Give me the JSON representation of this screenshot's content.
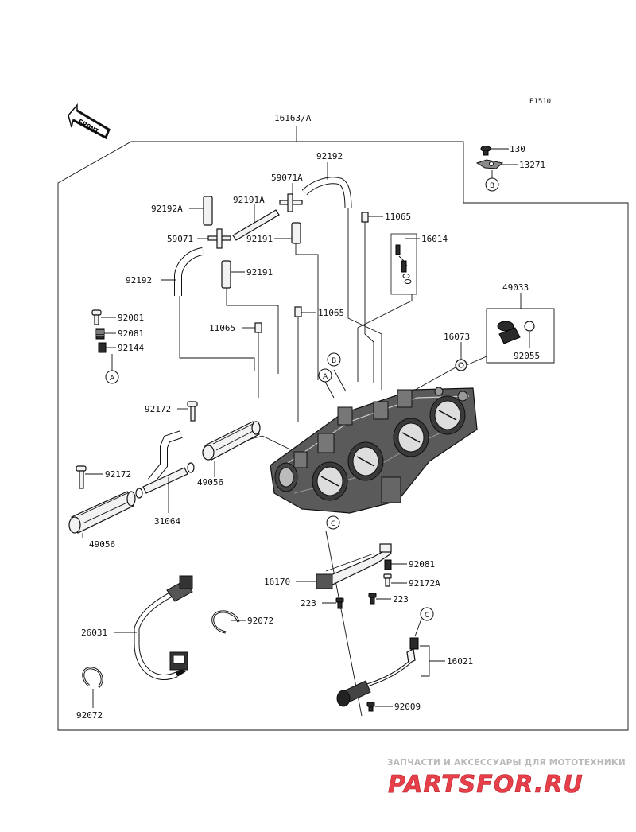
{
  "diagram": {
    "ref_code": "E1510",
    "front_label": "FRONT",
    "assembly_label": "16163/A",
    "colors": {
      "line": "#111111",
      "watermark_red": "#e8404a",
      "watermark_gray": "#bbbbbb"
    },
    "callouts": {
      "p130": "130",
      "p13271": "13271",
      "p92192_top": "92192",
      "p59071A": "59071A",
      "p92191A": "92191A",
      "p92192A": "92192A",
      "p11065_a": "11065",
      "p16014": "16014",
      "p59071": "59071",
      "p92191_a": "92191",
      "p92191_b": "92191",
      "p92192_left": "92192",
      "p49033": "49033",
      "p92001": "92001",
      "p11065_b": "11065",
      "p92081_a": "92081",
      "p11065_c": "11065",
      "p92144": "92144",
      "p16073": "16073",
      "p92055": "92055",
      "p92172_a": "92172",
      "p49056_a": "49056",
      "p92172_b": "92172",
      "p31064": "31064",
      "p49056_b": "49056",
      "p92081_b": "92081",
      "p16170": "16170",
      "p92172A": "92172A",
      "p223_a": "223",
      "p223_b": "223",
      "p26031": "26031",
      "p92072_a": "92072",
      "p16021": "16021",
      "p92009": "92009",
      "p92072_b": "92072"
    },
    "refs": {
      "A": "A",
      "B": "B",
      "C": "C"
    }
  },
  "watermark": {
    "tagline": "ЗАПЧАСТИ И АКСЕССУАРЫ ДЛЯ МОТОТЕХНИКИ",
    "brand": "PARTSFOR.RU"
  }
}
